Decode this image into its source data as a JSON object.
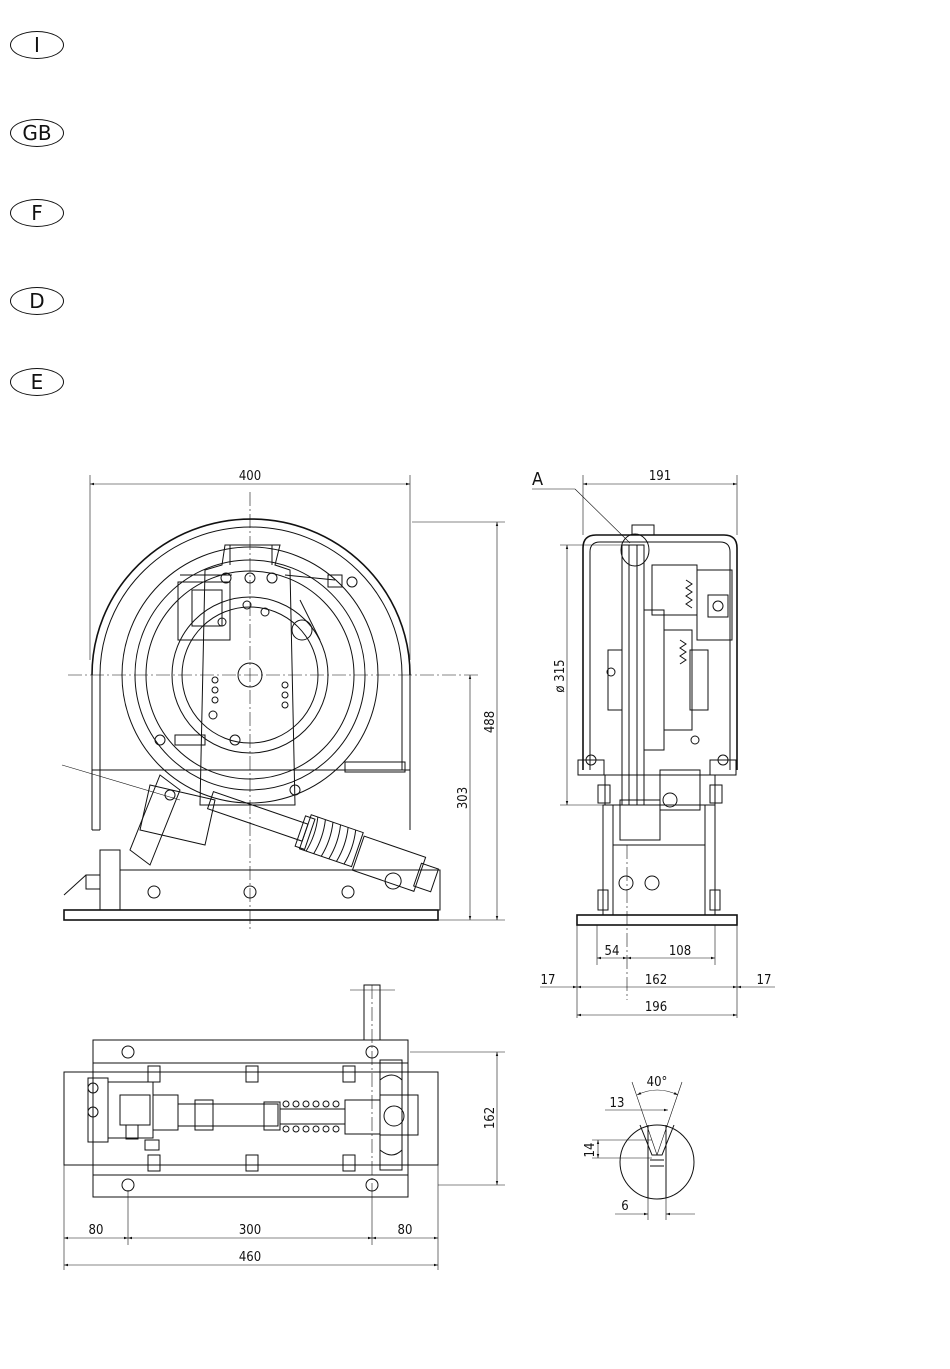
{
  "language_badges": [
    "I",
    "GB",
    "F",
    "D",
    "E"
  ],
  "front_view": {
    "width_label": "400",
    "height_label": "488",
    "axis_height_label": "303"
  },
  "side_view": {
    "detail_marker": "A",
    "width_label": "191",
    "sheave_diameter_label": "ø 315",
    "dim_54": "54",
    "dim_108": "108",
    "dim_17_left": "17",
    "dim_162": "162",
    "dim_17_right": "17",
    "dim_196": "196"
  },
  "top_view": {
    "depth_label": "162",
    "dim_80_left": "80",
    "dim_300": "300",
    "dim_80_right": "80",
    "overall_label": "460"
  },
  "detail_groove": {
    "angle_label": "40°",
    "dim_13": "13",
    "dim_14": "14",
    "dim_6": "6"
  }
}
